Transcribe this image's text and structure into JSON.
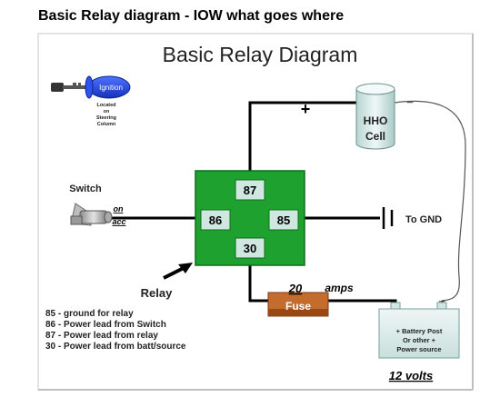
{
  "page": {
    "heading": "Basic Relay diagram - IOW what goes where"
  },
  "diagram": {
    "title": "Basic Relay Diagram",
    "ignition": {
      "label": "Ignition",
      "note_lines": [
        "Located",
        "on",
        "Steering",
        "Column"
      ]
    },
    "switch": {
      "label": "Switch",
      "note_on": "on",
      "note_acc": "acc"
    },
    "relay": {
      "label": "Relay",
      "pins": [
        "87",
        "86",
        "85",
        "30"
      ]
    },
    "hho_cell": {
      "label_line1": "HHO",
      "label_line2": "Cell",
      "plus_sign": "+",
      "minus_sign": "_"
    },
    "ground": {
      "label": "To GND"
    },
    "fuse": {
      "label": "Fuse",
      "amps_value": "20",
      "amps_unit": "amps"
    },
    "battery": {
      "lines": [
        "+ Battery Post",
        "Or other +",
        "Power source"
      ],
      "minus_sign": "_",
      "voltage": "12 volts"
    },
    "legend": [
      "85 - ground for relay",
      "86 - Power lead from Switch",
      "87 - Power lead from relay",
      "30 - Power lead from batt/source"
    ],
    "colors": {
      "relay_green": "#1fa12f",
      "pin_box": "#cfe6e1",
      "ignition_blue": "#1a3fd9",
      "fuse_brown": "#b4521c",
      "cell_fill": "#e6f2f1",
      "battery_fill": "#dfeeed",
      "arrow_black": "#000000"
    }
  }
}
